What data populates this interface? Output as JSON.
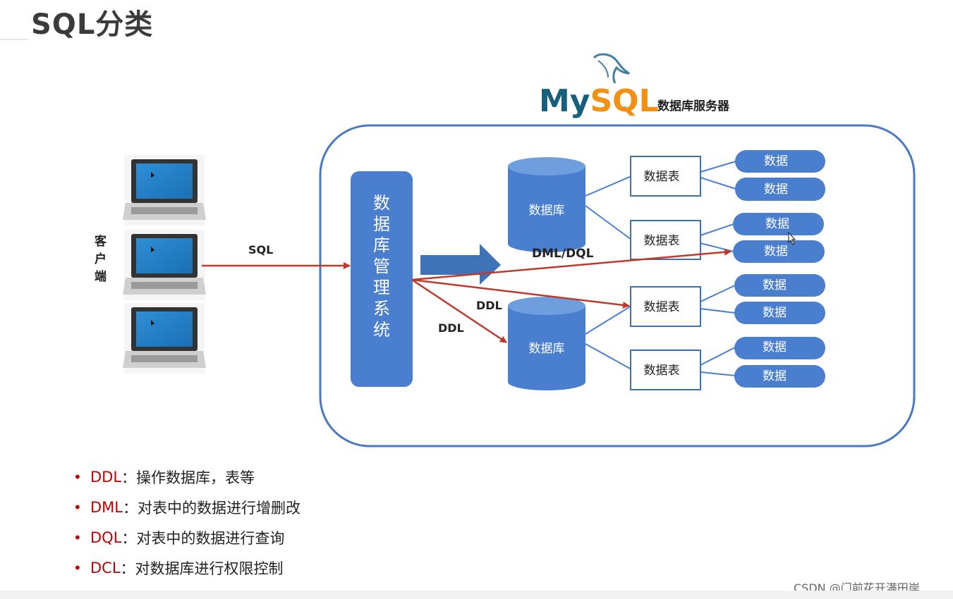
{
  "page": {
    "title": "SQL分类",
    "watermark": "CSDN @门前花开满田岸"
  },
  "diagram": {
    "logo_text": "MySQL",
    "server_label": "数据库服务器",
    "client_label": "客户端",
    "dbms_label": "数据库管理系统",
    "sql_arrow_label": "SQL",
    "dml_dql_label": "DML/DQL",
    "ddl_label_1": "DDL",
    "ddl_label_2": "DDL",
    "database_label": "数据库",
    "table_label": "数据表",
    "data_label": "数据"
  },
  "bullets": [
    {
      "key": "DDL",
      "sep": "：",
      "text": "操作数据库，表等"
    },
    {
      "key": "DML",
      "sep": "：",
      "text": "对表中的数据进行增删改"
    },
    {
      "key": "DQL",
      "sep": "：",
      "text": "对表中的数据进行查询"
    },
    {
      "key": "DCL",
      "sep": "：",
      "text": "对数据库进行权限控制"
    }
  ],
  "colors": {
    "accent_blue": "#4a7fcf",
    "arrow_red": "#c0392b",
    "key_red": "#c00000",
    "server_border": "#4a78c2"
  }
}
